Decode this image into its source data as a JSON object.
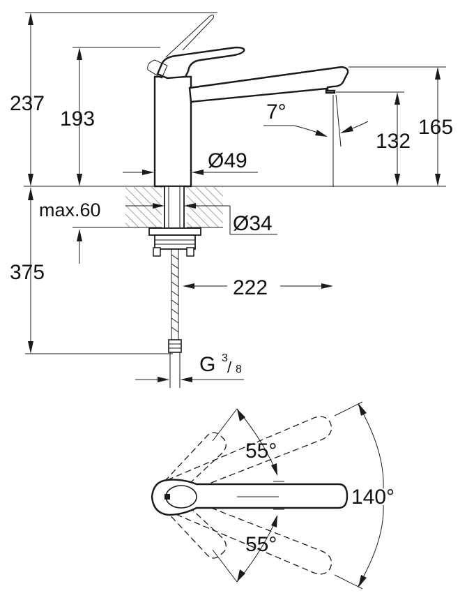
{
  "dimensions": {
    "total_height": "237",
    "body_height": "193",
    "body_diameter": "Ø49",
    "spout_angle": "7°",
    "spout_clearance": "132",
    "spout_height": "165",
    "max_counter_thickness": "max.60",
    "mount_hole": "Ø34",
    "hose_length": "375",
    "spout_reach": "222",
    "thread": {
      "prefix": "G",
      "numerator": "3",
      "denominator": "8"
    }
  },
  "lever_rotation": {
    "upper_angle": "55°",
    "lower_angle": "55°",
    "total_angle": "140°"
  }
}
